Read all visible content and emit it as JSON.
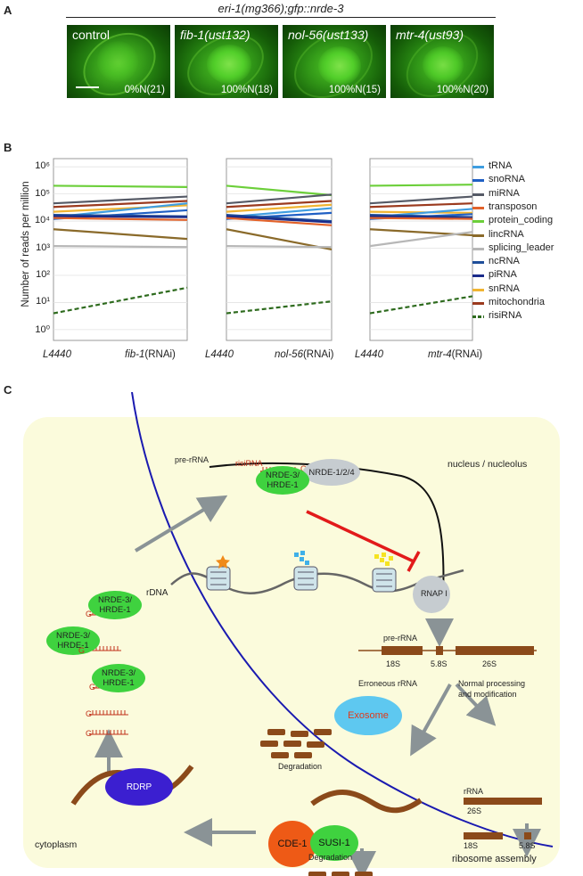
{
  "panel_a": {
    "letter": "A",
    "title": "eri-1(mg366);gfp::nrde-3",
    "images": [
      {
        "label": "control",
        "stat": "0%N(21)"
      },
      {
        "label": "fib-1(ust132)",
        "stat": "100%N(18)"
      },
      {
        "label": "nol-56(ust133)",
        "stat": "100%N(15)"
      },
      {
        "label": "mtr-4(ust93)",
        "stat": "100%N(20)"
      }
    ]
  },
  "panel_b": {
    "letter": "B",
    "ylabel": "Number of reads per million",
    "yticks": [
      "10⁰",
      "10¹",
      "10²",
      "10³",
      "10⁴",
      "10⁵",
      "10⁶"
    ],
    "series_colors": {
      "tRNA": "#3f9de0",
      "snoRNA": "#1f5fc4",
      "miRNA": "#555a66",
      "transposon": "#e2622a",
      "protein_coding": "#6ccf3a",
      "lincRNA": "#8a6a2a",
      "splicing_leader": "#b7b7b7",
      "ncRNA": "#1f4e99",
      "piRNA": "#1a2a8a",
      "snRNA": "#f0b432",
      "mitochondria": "#9b3a1e",
      "risiRNA": "#2e6b1e"
    },
    "legend": [
      "tRNA",
      "snoRNA",
      "miRNA",
      "transposon",
      "protein_coding",
      "lincRNA",
      "splicing_leader",
      "ncRNA",
      "piRNA",
      "snRNA",
      "mitochondria",
      "risiRNA"
    ]
  },
  "chart_data": [
    {
      "type": "line",
      "categories": [
        "L4440",
        "fib-1(RNAi)"
      ],
      "xlabel_left": "L4440",
      "xlabel_right": "fib-1",
      "xlabel_suffix": "(RNAi)",
      "ylabel": "Number of reads per million",
      "log_scale": true,
      "ylim": [
        0.4,
        2000000
      ],
      "series": [
        {
          "name": "protein_coding",
          "values": [
            200000,
            180000
          ]
        },
        {
          "name": "miRNA",
          "values": [
            45000,
            80000
          ]
        },
        {
          "name": "mitochondria",
          "values": [
            33000,
            55000
          ]
        },
        {
          "name": "snRNA",
          "values": [
            22000,
            38000
          ]
        },
        {
          "name": "tRNA",
          "values": [
            14000,
            45000
          ]
        },
        {
          "name": "snoRNA",
          "values": [
            12000,
            25000
          ]
        },
        {
          "name": "ncRNA",
          "values": [
            17000,
            15000
          ]
        },
        {
          "name": "piRNA",
          "values": [
            15000,
            14000
          ]
        },
        {
          "name": "transposon",
          "values": [
            13000,
            11000
          ]
        },
        {
          "name": "lincRNA",
          "values": [
            5000,
            2200
          ]
        },
        {
          "name": "splicing_leader",
          "values": [
            1200,
            1100
          ]
        },
        {
          "name": "risiRNA",
          "values": [
            4,
            35
          ]
        }
      ]
    },
    {
      "type": "line",
      "categories": [
        "L4440",
        "nol-56(RNAi)"
      ],
      "xlabel_left": "L4440",
      "xlabel_right": "nol-56",
      "xlabel_suffix": "(RNAi)",
      "log_scale": true,
      "ylim": [
        0.4,
        2000000
      ],
      "series": [
        {
          "name": "protein_coding",
          "values": [
            200000,
            90000
          ]
        },
        {
          "name": "miRNA",
          "values": [
            45000,
            95000
          ]
        },
        {
          "name": "mitochondria",
          "values": [
            33000,
            55000
          ]
        },
        {
          "name": "snRNA",
          "values": [
            22000,
            40000
          ]
        },
        {
          "name": "tRNA",
          "values": [
            14000,
            30000
          ]
        },
        {
          "name": "snoRNA",
          "values": [
            12000,
            20000
          ]
        },
        {
          "name": "ncRNA",
          "values": [
            17000,
            10000
          ]
        },
        {
          "name": "piRNA",
          "values": [
            15000,
            9000
          ]
        },
        {
          "name": "transposon",
          "values": [
            13000,
            7000
          ]
        },
        {
          "name": "lincRNA",
          "values": [
            5000,
            900
          ]
        },
        {
          "name": "splicing_leader",
          "values": [
            1200,
            1100
          ]
        },
        {
          "name": "risiRNA",
          "values": [
            4,
            11
          ]
        }
      ]
    },
    {
      "type": "line",
      "categories": [
        "L4440",
        "mtr-4(RNAi)"
      ],
      "xlabel_left": "L4440",
      "xlabel_right": "mtr-4",
      "xlabel_suffix": "(RNAi)",
      "log_scale": true,
      "ylim": [
        0.4,
        2000000
      ],
      "series": [
        {
          "name": "protein_coding",
          "values": [
            200000,
            220000
          ]
        },
        {
          "name": "miRNA",
          "values": [
            45000,
            80000
          ]
        },
        {
          "name": "mitochondria",
          "values": [
            33000,
            45000
          ]
        },
        {
          "name": "snRNA",
          "values": [
            22000,
            20000
          ]
        },
        {
          "name": "tRNA",
          "values": [
            14000,
            28000
          ]
        },
        {
          "name": "snoRNA",
          "values": [
            12000,
            18000
          ]
        },
        {
          "name": "ncRNA",
          "values": [
            17000,
            14000
          ]
        },
        {
          "name": "piRNA",
          "values": [
            15000,
            13000
          ]
        },
        {
          "name": "transposon",
          "values": [
            13000,
            12000
          ]
        },
        {
          "name": "lincRNA",
          "values": [
            5000,
            3000
          ]
        },
        {
          "name": "splicing_leader",
          "values": [
            1200,
            4000
          ]
        },
        {
          "name": "risiRNA",
          "values": [
            4,
            17
          ]
        }
      ]
    }
  ],
  "panel_c": {
    "letter": "C",
    "nucleus_label": "nucleus / nucleolus",
    "cytoplasm_label": "cytoplasm",
    "pre_rrna_top": "pre-rRNA",
    "risirna": "risiRNA",
    "g_letter": "G",
    "nrde3": "NRDE-3/ HRDE-1",
    "nrde124": "NRDE-1/2/4",
    "rdna": "rDNA",
    "rnap": "RNAP I",
    "pre_rrna": "pre-rRNA",
    "s18": "18S",
    "s58": "5.8S",
    "s26": "26S",
    "erroneous": "Erroneous rRNA",
    "normal1": "Normal processing",
    "normal2": "and modification",
    "degradation": "Degradation",
    "exosome": "Exosome",
    "rrna": "rRNA",
    "rdrp": "RDRP",
    "cde1": "CDE-1",
    "susi1": "SUSI-1",
    "ribosome": "ribosome assembly",
    "colors": {
      "bg": "#fbfbdc",
      "membrane": "#1a1ab0",
      "green": "#3fd23f",
      "red": "#e03a1a",
      "rrna": "#8b4a1a",
      "blue_bubble": "#5ec8f0",
      "purple": "#3b1fd0",
      "arrow": "#8a9396"
    }
  }
}
